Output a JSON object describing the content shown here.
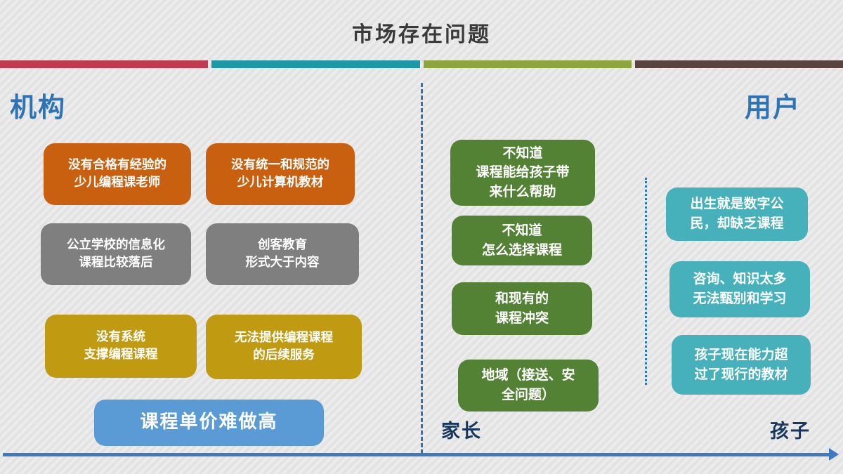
{
  "title": "市场存在问题",
  "accent_bar": {
    "colors": [
      "#c23a50",
      "#1d98a6",
      "#8ea43c",
      "#5a4440"
    ]
  },
  "labels": {
    "left_top": "机构",
    "right_top": "用户",
    "bottom_middle": "家长",
    "bottom_right": "孩子"
  },
  "colors": {
    "orange": "#c8600f",
    "gray": "#7f7f7f",
    "gold": "#c09a10",
    "highlight_blue": "#5b9bd5",
    "green": "#538235",
    "teal": "#46b1ba",
    "section_label_blue": "#2e74b5",
    "bottom_label_navy": "#17375e",
    "arrow_blue": "#3f7ac0"
  },
  "institution": {
    "boxes": [
      {
        "text": "没有合格有经验的\n少儿编程课老师",
        "color": "#c8600f"
      },
      {
        "text": "没有统一和规范的\n少儿计算机教材",
        "color": "#c8600f"
      },
      {
        "text": "公立学校的信息化\n课程比较落后",
        "color": "#7f7f7f"
      },
      {
        "text": "创客教育\n形式大于内容",
        "color": "#7f7f7f"
      },
      {
        "text": "没有系统\n支撑编程课程",
        "color": "#c09a10"
      },
      {
        "text": "无法提供编程课程\n的后续服务",
        "color": "#c09a10"
      }
    ],
    "highlight_box": {
      "text": "课程单价难做高",
      "color": "#5b9bd5"
    }
  },
  "parents": {
    "color": "#538235",
    "boxes": [
      {
        "text": "不知道\n课程能给孩子带\n来什么帮助"
      },
      {
        "text": "不知道\n怎么选择课程"
      },
      {
        "text": "和现有的\n课程冲突"
      },
      {
        "text": "地域（接送、安\n全问题）"
      }
    ]
  },
  "children": {
    "color": "#46b1ba",
    "boxes": [
      {
        "text": "出生就是数字公\n民，却缺乏课程"
      },
      {
        "text": "咨询、知识太多\n无法甄别和学习"
      },
      {
        "text": "孩子现在能力超\n过了现行的教材"
      }
    ]
  }
}
